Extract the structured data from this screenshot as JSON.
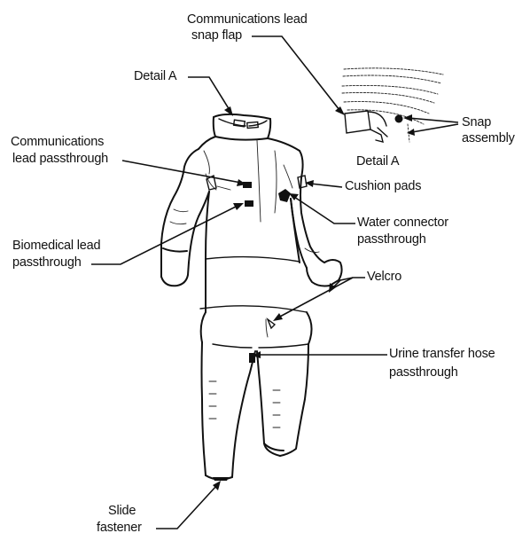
{
  "labels": {
    "comm_snap_flap_1": "Communications lead",
    "comm_snap_flap_2": "snap flap",
    "detail_a_top": "Detail A",
    "comm_passthrough_1": "Communications",
    "comm_passthrough_2": "lead passthrough",
    "snap_assembly_1": "Snap",
    "snap_assembly_2": "assembly",
    "detail_a_inset": "Detail A",
    "cushion_pads": "Cushion pads",
    "water_connector_1": "Water connector",
    "water_connector_2": "passthrough",
    "biomedical_1": "Biomedical lead",
    "biomedical_2": "passthrough",
    "velcro": "Velcro",
    "urine_hose_1": "Urine transfer hose",
    "urine_hose_2": "passthrough",
    "slide_fastener_1": "Slide",
    "slide_fastener_2": "fastener"
  }
}
